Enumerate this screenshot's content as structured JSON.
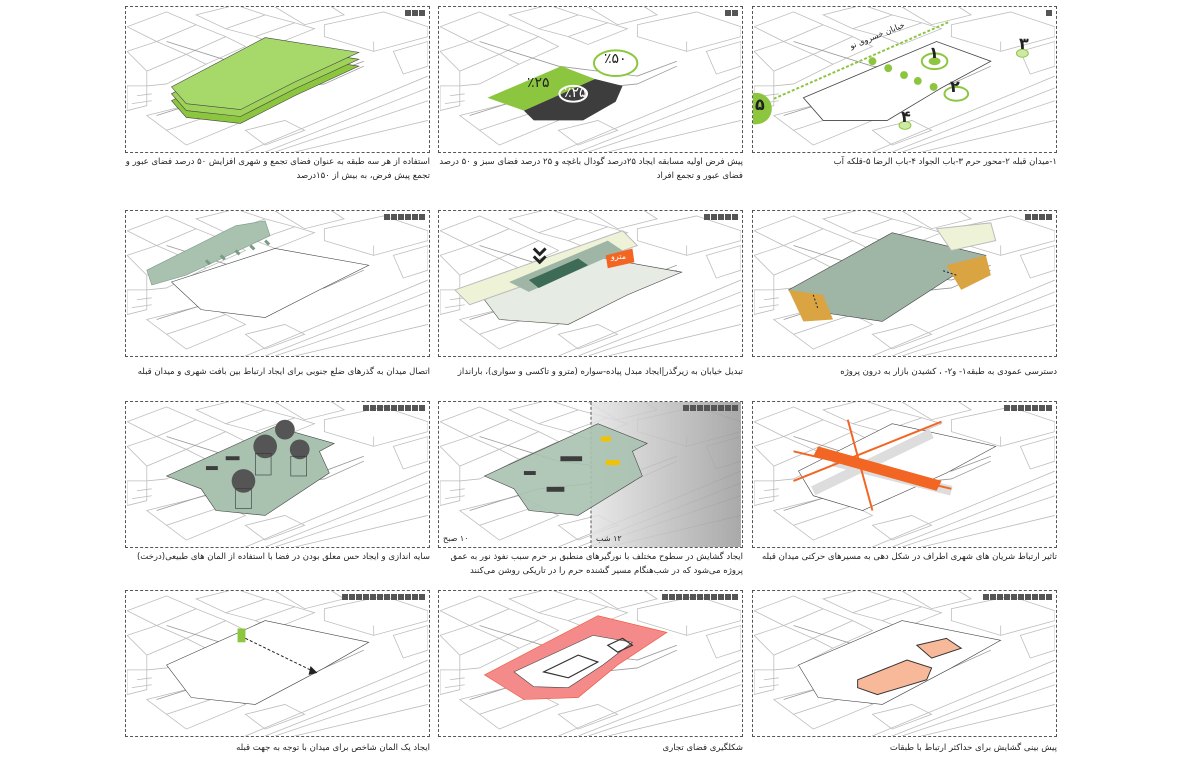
{
  "colors": {
    "green": "#8cc63f",
    "dark": "#3d3d3d",
    "sage": "#a9c2b0",
    "orange": "#f26522",
    "tan": "#d9a441",
    "pink": "#f48a8a",
    "peach": "#f7b99a"
  },
  "panels": [
    {
      "step": 1,
      "caption": "۱-میدان قبله   ۲-محور حرم   ۳-باب الجواد   ۴-باب الرضا   ۵-قلکه آب",
      "labels": {
        "street": "خیابان خسروی نو",
        "n1": "۱",
        "n2": "۲",
        "n3": "۳",
        "n4": "۴",
        "n5": "۵"
      }
    },
    {
      "step": 2,
      "caption": "پیش فرض اولیه مسابقه ایجاد ۲۵درصد گودال باغچه و ۲۵ درصد فضای سبز و ۵۰ درصد فضای عبور و تجمع افراد",
      "labels": {
        "p50": "٪۵۰",
        "p25a": "٪۲۵",
        "p25b": "٪۲۵"
      }
    },
    {
      "step": 3,
      "caption": "استفاده از هر سه طبقه به عنوان فضای تجمع و شهری  افزایش ۵۰ درصد فضای عبور و تجمع پیش فرض، به بیش از ۱۵۰درصد",
      "labels": {}
    },
    {
      "step": 4,
      "caption": "دسترسی عمودی به طبقه۱- و۲- ، کشیدن بازار به درون پروژه",
      "labels": {}
    },
    {
      "step": 5,
      "caption": "تبدیل خیابان به زیرگذر|ایجاد مبدل پیاده-سواره (مترو و تاکسی و سواری)، بارانداز",
      "labels": {
        "metro": "مترو"
      }
    },
    {
      "step": 6,
      "caption": "اتصال میدان به گذرهای ضلع جنوبی برای ایجاد ارتباط بین بافت شهری و میدان قبله",
      "labels": {}
    },
    {
      "step": 7,
      "caption": "تاثیر ارتباط شریان های شهری اطراف در شکل دهی به مسیرهای حرکتی میدان قبله",
      "labels": {}
    },
    {
      "step": 8,
      "caption": "ایجاد گشایش در سطوح مختلف با نورگیرهای منطبق بر حرم سبب نفوذ نور به عمق پروژه می‌شود که در شب‌هنگام مسیر گشنده حرم را در تاریکی روشن می‌کنند",
      "labels": {
        "morning": "۱۰ صبح",
        "night": "۱۲ شب"
      }
    },
    {
      "step": 9,
      "caption": "سایه اندازی و ایجاد حس معلق بودن در فضا با استفاده از المان های طبیعی(درخت)",
      "labels": {}
    },
    {
      "step": 10,
      "caption": "پیش بینی گشایش برای حداکثر ارتباط با طبقات",
      "labels": {}
    },
    {
      "step": 11,
      "caption": "شکلگیری فضای تجاری",
      "labels": {}
    },
    {
      "step": 12,
      "caption": "ایجاد یک المان شاخص برای میدان با توجه به جهت قبله",
      "labels": {}
    }
  ]
}
